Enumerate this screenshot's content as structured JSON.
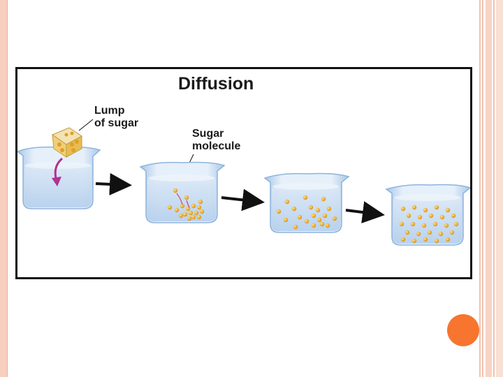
{
  "diagram": {
    "title": "Diffusion",
    "labels": {
      "lump_line1": "Lump",
      "lump_line2": "of sugar",
      "molecule_line1": "Sugar",
      "molecule_line2": "molecule"
    }
  },
  "colors": {
    "frame_border": "#111111",
    "slide_left_border": "#f6cfbe",
    "accent_dot": "#f7752e",
    "water": "#c9dcf1",
    "sugar": "#e8a62a",
    "drop_arrow": "#b3318f",
    "arrow": "#111111"
  },
  "icons": {
    "beakers": "beaker-icon",
    "sugar_cube": "sugar-cube-icon",
    "drop_arrow": "curved-arrow-icon",
    "step_arrows": "arrow-right-icon"
  }
}
